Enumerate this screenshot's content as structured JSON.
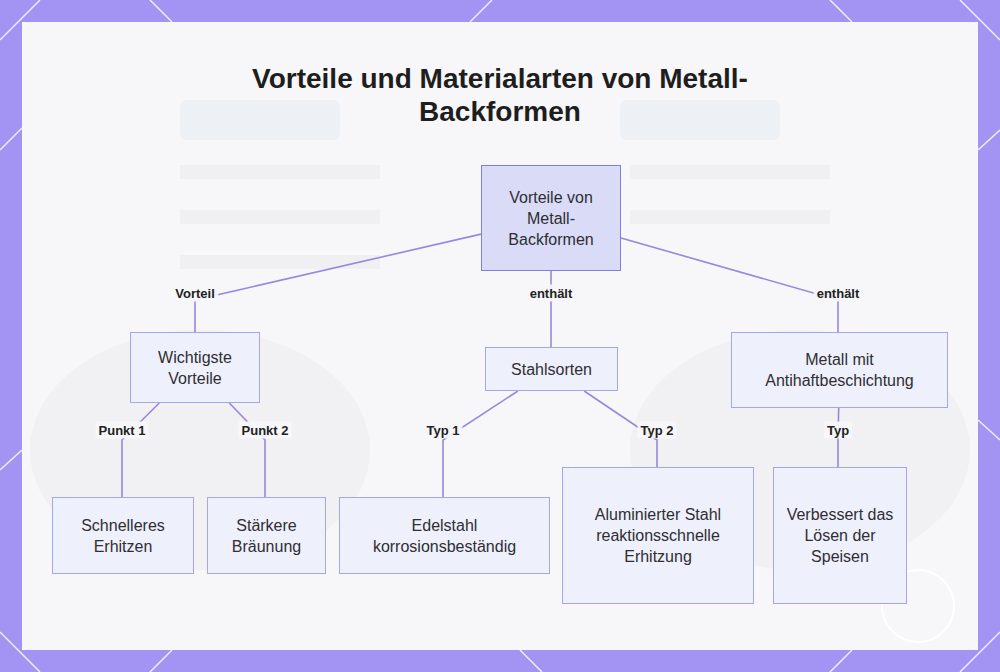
{
  "diagram": {
    "title": "Vorteile und Materialarten von Metall-Backformen",
    "nodes": [
      {
        "text": [
          "Vorteile von Metall-Backformen"
        ]
      },
      {
        "text": [
          "Wichtigste Vorteile"
        ]
      },
      {
        "text": [
          "Stahlsorten"
        ]
      },
      {
        "text": [
          "Metall mit Antihaftbeschichtung"
        ]
      },
      {
        "text": [
          "Schnelleres Erhitzen"
        ]
      },
      {
        "text": [
          "Stärkere Bräunung"
        ]
      },
      {
        "text": [
          "Edelstahl korrosionsbeständig"
        ]
      },
      {
        "text": [
          "Aluminierter Stahl reaktionsschnelle Erhitzung"
        ]
      },
      {
        "text": [
          "Verbessert das Lösen der Speisen"
        ]
      }
    ],
    "edges": [
      {
        "from": 0,
        "to": 1,
        "label": "Vorteil",
        "arrow": "none"
      },
      {
        "from": 0,
        "to": 2,
        "label": "enthält",
        "arrow": "none"
      },
      {
        "from": 0,
        "to": 3,
        "label": "enthält",
        "arrow": "none"
      },
      {
        "from": 1,
        "to": 4,
        "label": "Punkt 1",
        "arrow": "none"
      },
      {
        "from": 1,
        "to": 5,
        "label": "Punkt 2",
        "arrow": "none"
      },
      {
        "from": 2,
        "to": 6,
        "label": "Typ 1",
        "arrow": "none"
      },
      {
        "from": 2,
        "to": 7,
        "label": "Typ 2",
        "arrow": "none"
      },
      {
        "from": 3,
        "to": 8,
        "label": "Typ",
        "arrow": "none"
      }
    ]
  }
}
